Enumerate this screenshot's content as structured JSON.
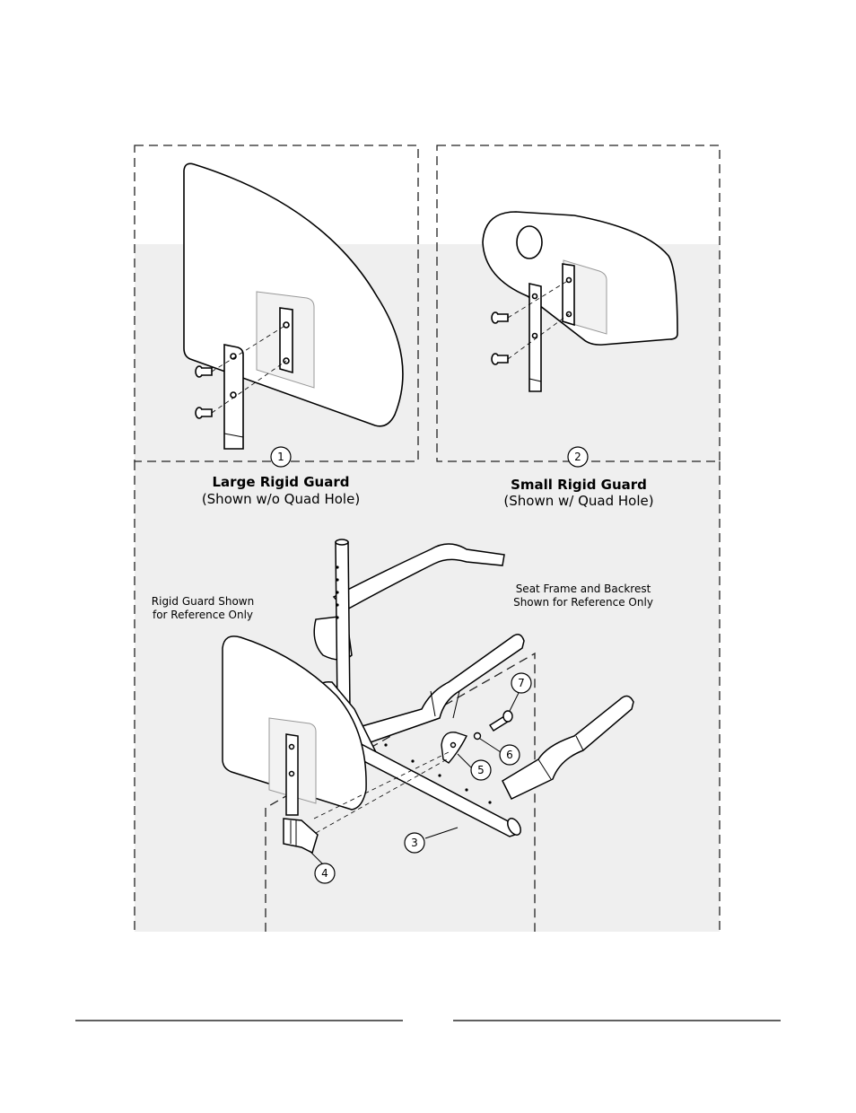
{
  "guards": [
    {
      "callout": "1",
      "title": "Large Rigid Guard",
      "subtitle": "(Shown w/o Quad Hole)"
    },
    {
      "callout": "2",
      "title": "Small Rigid Guard",
      "subtitle": "(Shown w/ Quad Hole)"
    }
  ],
  "notes": {
    "rigid_guard": [
      "Rigid Guard Shown",
      "for Reference Only"
    ],
    "seat_frame": [
      "Seat Frame and Backrest",
      "Shown for Reference Only"
    ]
  },
  "callouts": {
    "frame": "3",
    "clamp": "4",
    "bracket": "5",
    "washer": "6",
    "screw": "7"
  }
}
